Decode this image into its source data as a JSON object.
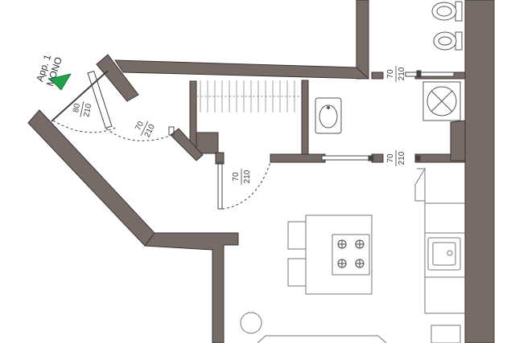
{
  "apartment": {
    "name": "App. 1",
    "type": "MONO"
  },
  "doors": [
    {
      "id": "entrance",
      "width": "80",
      "height": "210"
    },
    {
      "id": "inner-left",
      "width": "70",
      "height": "210"
    },
    {
      "id": "corridor",
      "width": "70",
      "height": "210"
    },
    {
      "id": "bath",
      "width": "70",
      "height": "210"
    },
    {
      "id": "kitchen",
      "width": "70",
      "height": "210"
    }
  ],
  "colors": {
    "wall": "#766b66",
    "wall_edge": "#3c3633",
    "line": "#444444",
    "marker": "#1fa24a"
  }
}
